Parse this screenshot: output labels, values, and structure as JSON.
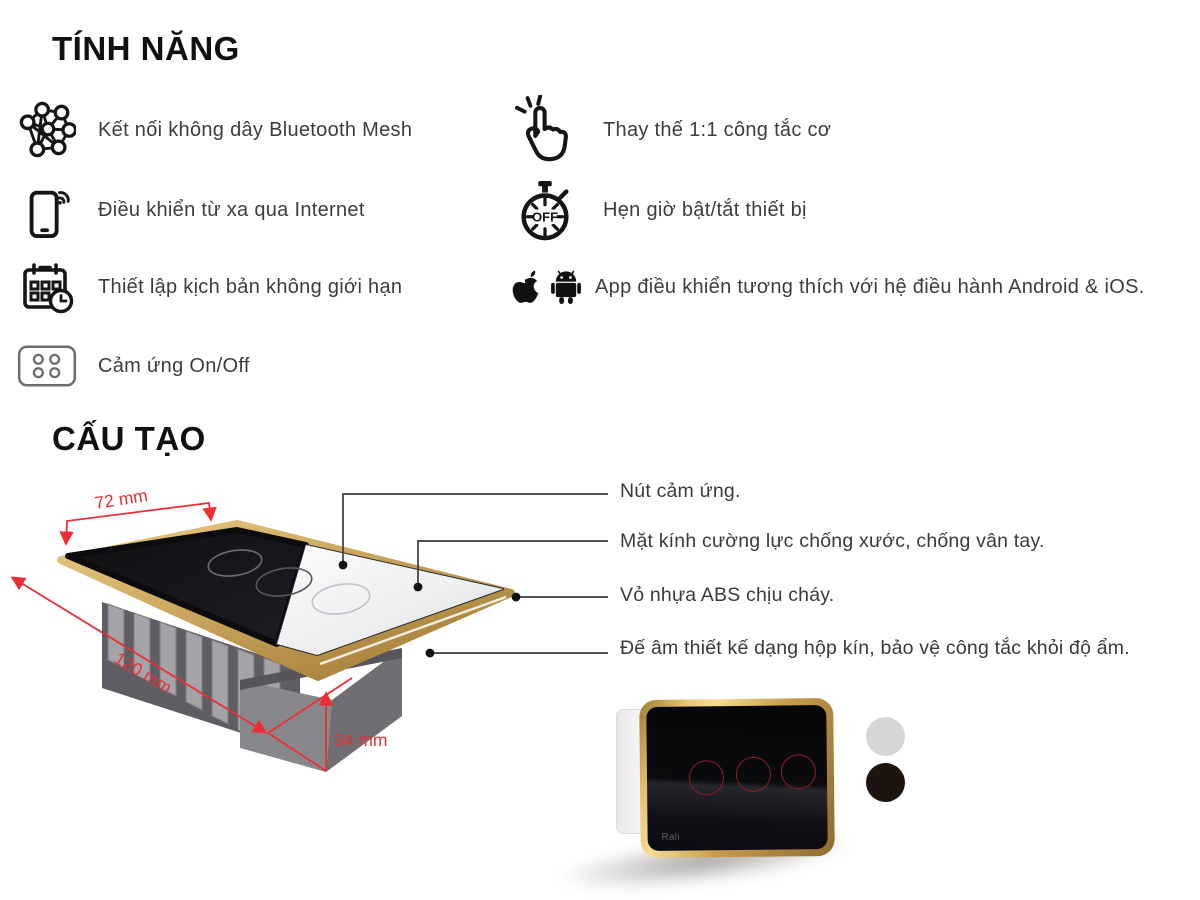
{
  "features": {
    "title": "TÍNH NĂNG",
    "left": [
      {
        "icon": "mesh-network-icon",
        "label": "Kết nối không dây Bluetooth Mesh"
      },
      {
        "icon": "smartphone-wifi-icon",
        "label": "Điều khiển từ xa qua Internet"
      },
      {
        "icon": "calendar-clock-icon",
        "label": "Thiết lập kịch bản không giới hạn"
      },
      {
        "icon": "touch-panel-icon",
        "label": "Cảm ứng On/Off"
      }
    ],
    "right": [
      {
        "icon": "tap-hand-icon",
        "label": "Thay thế 1:1 công tắc cơ"
      },
      {
        "icon": "timer-off-icon",
        "label": "Hẹn giờ bật/tắt thiết bị",
        "timer_text": "OFF"
      },
      {
        "icon": "apple-android-icons",
        "label": "App điều khiển tương thích với hệ điều hành Android & iOS."
      }
    ]
  },
  "structure": {
    "title": "CẤU TẠO",
    "dimensions": {
      "width": "72 mm",
      "length": "120 mm",
      "depth": "34 mm"
    },
    "callouts": [
      "Nút cảm ứng.",
      "Mặt kính cường lực chống xước, chống vân tay.",
      "Vỏ nhựa ABS chịu cháy.",
      "Đế âm thiết kế dạng hộp kín, bảo vệ công tắc khỏi độ ẩm."
    ],
    "brand": "Rali",
    "color_options": [
      "white",
      "black"
    ],
    "colors": {
      "accent_red": "#ee2e36",
      "gold": "#c9a45c",
      "swatch_light": "#d6d6d6",
      "swatch_dark": "#1d1410"
    }
  }
}
